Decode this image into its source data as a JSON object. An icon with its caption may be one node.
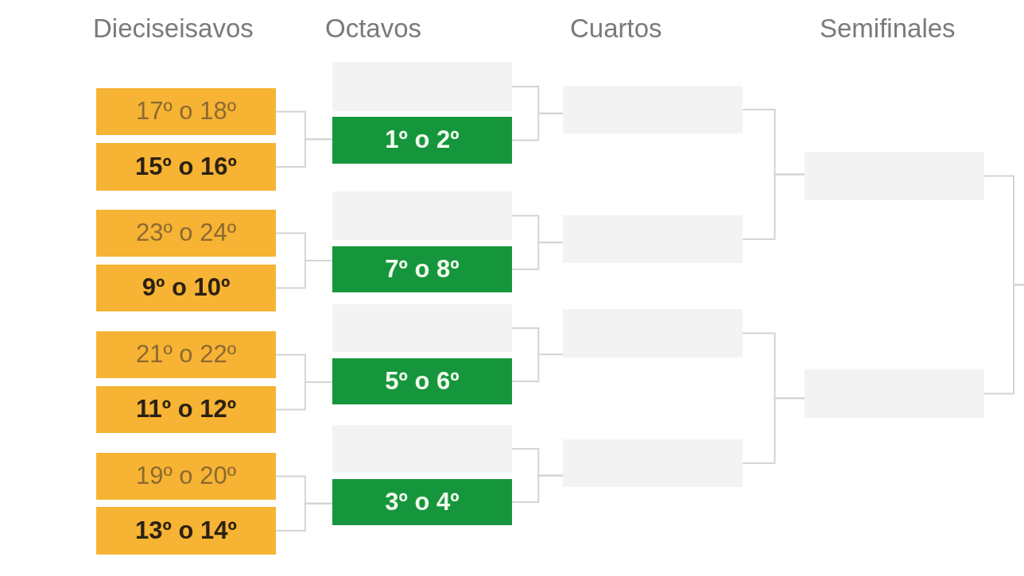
{
  "diagram": {
    "nodes": [
      {
        "text": [
          "17º o 18º"
        ]
      },
      {
        "text": [
          "15º o 16º"
        ]
      },
      {
        "text": [
          "23º o 24º"
        ]
      },
      {
        "text": [
          "9º o 10º"
        ]
      },
      {
        "text": [
          "21º o 22º"
        ]
      },
      {
        "text": [
          "11º o 12º"
        ]
      },
      {
        "text": [
          "19º o 20º"
        ]
      },
      {
        "text": [
          "13º o 14º"
        ]
      },
      {
        "text": [],
        "shape": "box"
      },
      {
        "text": [
          "1º o 2º"
        ]
      },
      {
        "text": [],
        "shape": "box"
      },
      {
        "text": [
          "7º o 8º"
        ]
      },
      {
        "text": [],
        "shape": "box"
      },
      {
        "text": [
          "5º o 6º"
        ]
      },
      {
        "text": [],
        "shape": "box"
      },
      {
        "text": [
          "3º o 4º"
        ]
      },
      {
        "text": [],
        "shape": "box"
      },
      {
        "text": [],
        "shape": "box"
      },
      {
        "text": [],
        "shape": "box"
      },
      {
        "text": [],
        "shape": "box"
      },
      {
        "text": [],
        "shape": "box"
      },
      {
        "text": [],
        "shape": "box"
      }
    ],
    "edges": [
      {
        "from": 0,
        "to": 9,
        "arrow": "none"
      },
      {
        "from": 1,
        "to": 9,
        "arrow": "none"
      },
      {
        "from": 2,
        "to": 11,
        "arrow": "none"
      },
      {
        "from": 3,
        "to": 11,
        "arrow": "none"
      },
      {
        "from": 4,
        "to": 13,
        "arrow": "none"
      },
      {
        "from": 5,
        "to": 13,
        "arrow": "none"
      },
      {
        "from": 6,
        "to": 15,
        "arrow": "none"
      },
      {
        "from": 7,
        "to": 15,
        "arrow": "none"
      },
      {
        "from": 8,
        "to": 16,
        "arrow": "none"
      },
      {
        "from": 9,
        "to": 16,
        "arrow": "none"
      },
      {
        "from": 10,
        "to": 17,
        "arrow": "none"
      },
      {
        "from": 11,
        "to": 17,
        "arrow": "none"
      },
      {
        "from": 12,
        "to": 18,
        "arrow": "none"
      },
      {
        "from": 13,
        "to": 18,
        "arrow": "none"
      },
      {
        "from": 14,
        "to": 19,
        "arrow": "none"
      },
      {
        "from": 15,
        "to": 19,
        "arrow": "none"
      },
      {
        "from": 16,
        "to": 20,
        "arrow": "none"
      },
      {
        "from": 17,
        "to": 20,
        "arrow": "none"
      },
      {
        "from": 18,
        "to": 21,
        "arrow": "none"
      },
      {
        "from": 19,
        "to": 21,
        "arrow": "none"
      },
      {
        "from": 20,
        "to": null,
        "arrow": "none"
      },
      {
        "from": 21,
        "to": null,
        "arrow": "none"
      }
    ],
    "labels": [
      "Dieciseisavos",
      "Octavos",
      "Cuartos",
      "Semifinales"
    ]
  }
}
